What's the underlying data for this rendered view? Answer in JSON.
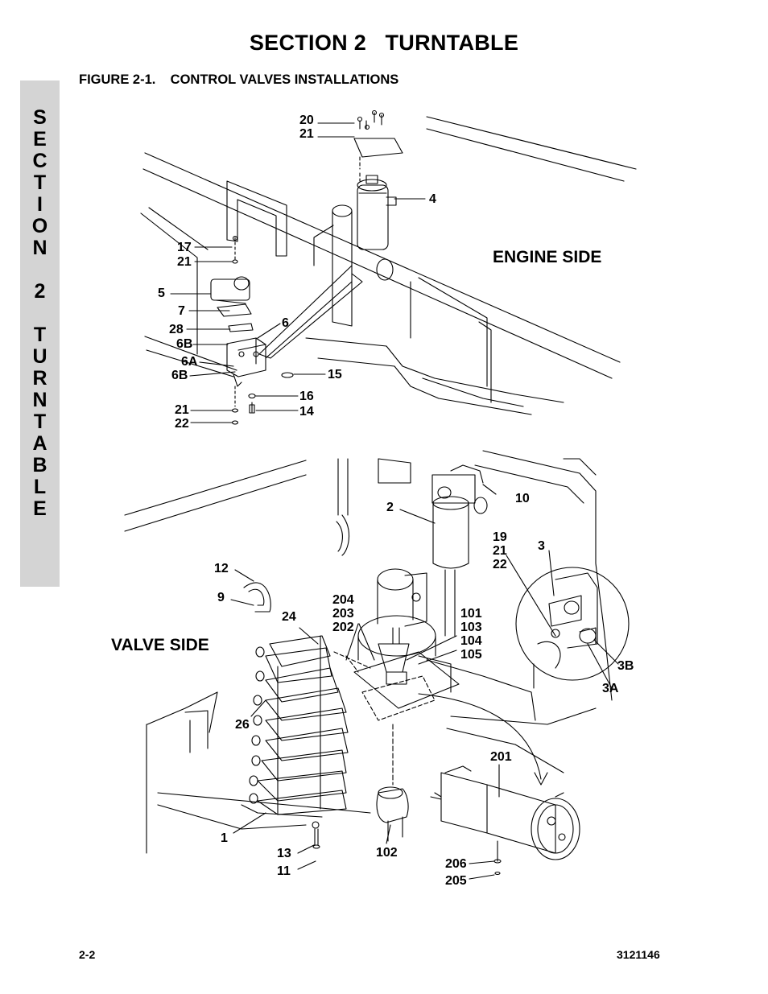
{
  "header": {
    "section_title": "SECTION 2   TURNTABLE",
    "figure_title": "FIGURE 2-1.    CONTROL VALVES INSTALLATIONS"
  },
  "side_tab": {
    "letters": [
      "S",
      "E",
      "C",
      "T",
      "I",
      "O",
      "N",
      "",
      "2",
      "",
      "T",
      "U",
      "R",
      "N",
      "T",
      "A",
      "B",
      "L",
      "E"
    ]
  },
  "figure": {
    "engine_side_label": "ENGINE SIDE",
    "valve_side_label": "VALVE SIDE",
    "callouts": [
      {
        "id": "c20",
        "text": "20"
      },
      {
        "id": "c21a",
        "text": "21"
      },
      {
        "id": "c4",
        "text": "4"
      },
      {
        "id": "c17",
        "text": "17"
      },
      {
        "id": "c21b",
        "text": "21"
      },
      {
        "id": "c5",
        "text": "5"
      },
      {
        "id": "c7",
        "text": "7"
      },
      {
        "id": "c6",
        "text": "6"
      },
      {
        "id": "c28",
        "text": "28"
      },
      {
        "id": "c6b1",
        "text": "6B"
      },
      {
        "id": "c6a",
        "text": "6A"
      },
      {
        "id": "c6b2",
        "text": "6B"
      },
      {
        "id": "c15",
        "text": "15"
      },
      {
        "id": "c16",
        "text": "16"
      },
      {
        "id": "c21c",
        "text": "21"
      },
      {
        "id": "c14",
        "text": "14"
      },
      {
        "id": "c22a",
        "text": "22"
      },
      {
        "id": "c10",
        "text": "10"
      },
      {
        "id": "c2",
        "text": "2"
      },
      {
        "id": "c19",
        "text": "19\n21\n22"
      },
      {
        "id": "c3",
        "text": "3"
      },
      {
        "id": "c12",
        "text": "12"
      },
      {
        "id": "c9",
        "text": "9"
      },
      {
        "id": "c204",
        "text": "204\n203\n202"
      },
      {
        "id": "c101",
        "text": "101\n103\n104\n105"
      },
      {
        "id": "c24",
        "text": "24"
      },
      {
        "id": "c3b",
        "text": "3B"
      },
      {
        "id": "c3a",
        "text": "3A"
      },
      {
        "id": "c26",
        "text": "26"
      },
      {
        "id": "c201",
        "text": "201"
      },
      {
        "id": "c1",
        "text": "1"
      },
      {
        "id": "c13",
        "text": "13"
      },
      {
        "id": "c11",
        "text": "11"
      },
      {
        "id": "c102",
        "text": "102"
      },
      {
        "id": "c206",
        "text": "206"
      },
      {
        "id": "c205",
        "text": "205"
      }
    ]
  },
  "footer": {
    "page_number": "2-2",
    "doc_number": "3121146"
  }
}
